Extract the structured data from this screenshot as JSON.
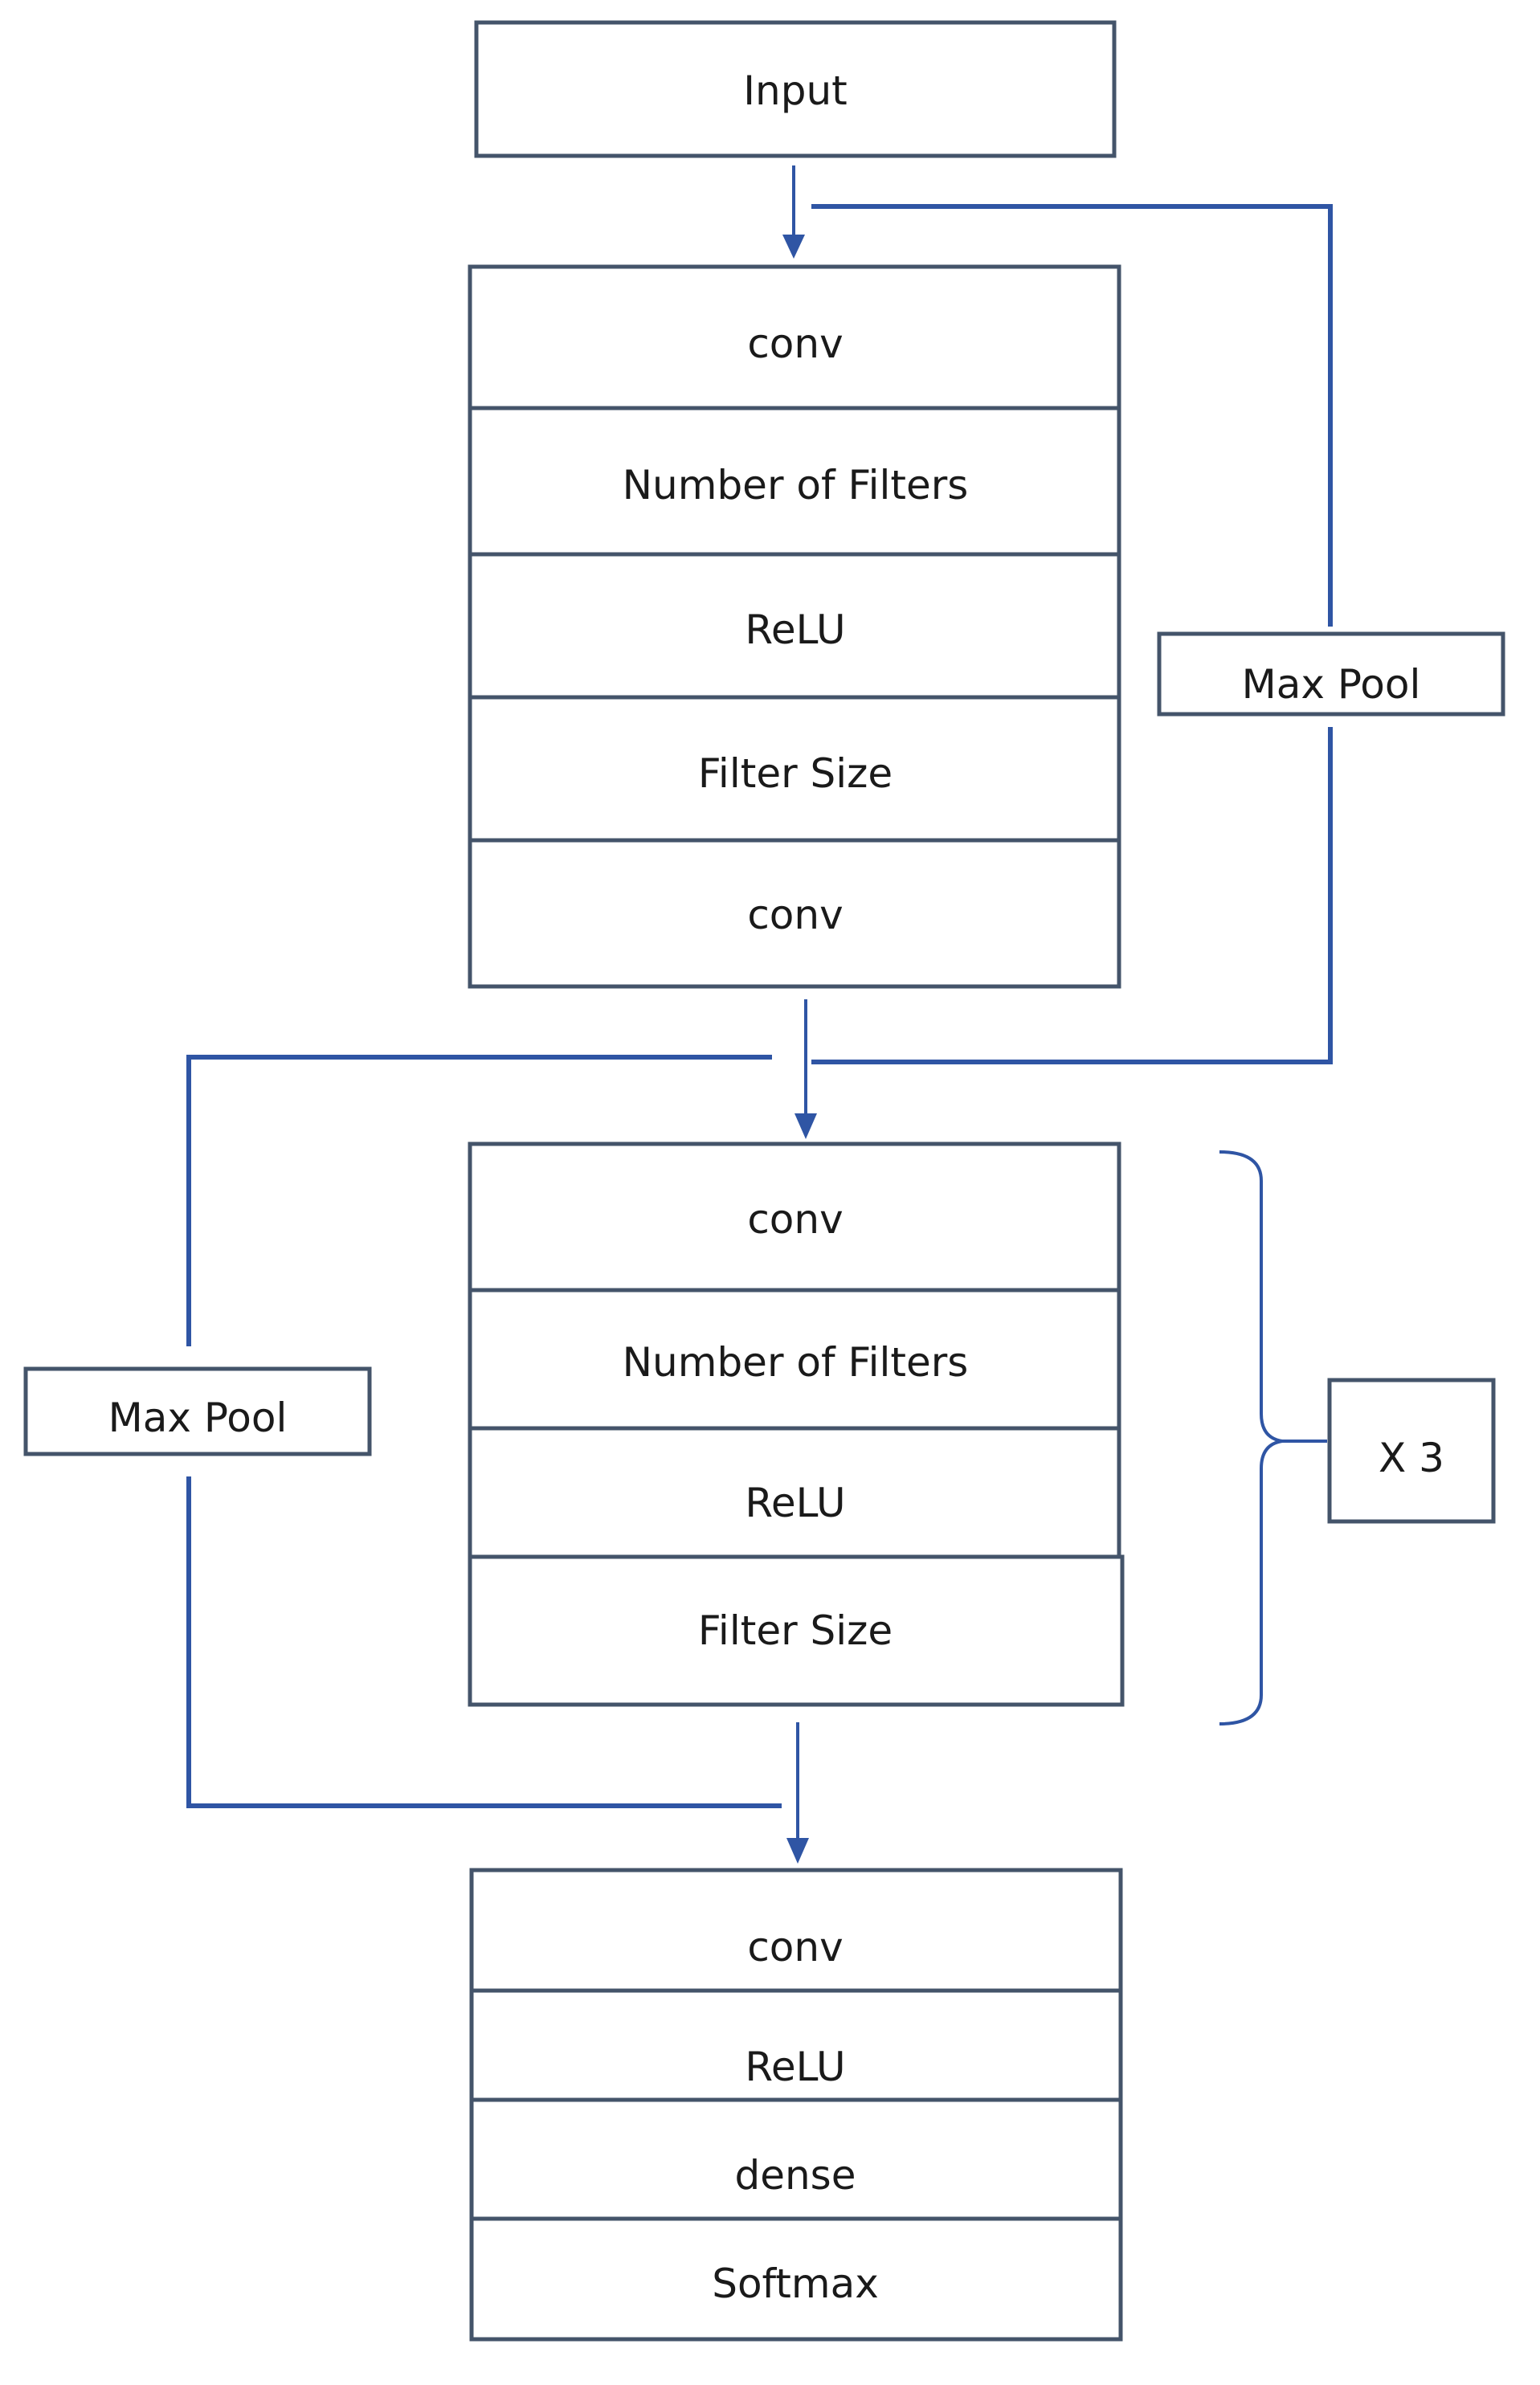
{
  "input": {
    "label": "Input"
  },
  "block1": {
    "layers": [
      "conv",
      "Number of Filters",
      "ReLU",
      "Filter Size",
      "conv"
    ]
  },
  "skip_right": {
    "label": "Max Pool"
  },
  "block2": {
    "layers": [
      "conv",
      "Number of Filters",
      "ReLU",
      "Filter Size"
    ]
  },
  "skip_left": {
    "label": "Max Pool"
  },
  "repeat": {
    "label": "X 3"
  },
  "block3": {
    "layers": [
      "conv",
      "ReLU",
      "dense",
      "Softmax"
    ]
  },
  "colors": {
    "connector": "#2f55a4",
    "box_border": "#44546a"
  }
}
